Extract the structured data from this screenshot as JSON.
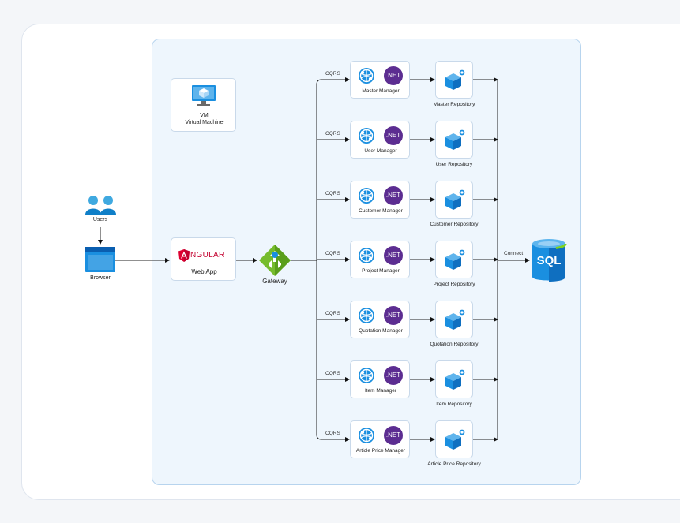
{
  "users": {
    "label": "Users"
  },
  "browser": {
    "label": "Browser"
  },
  "vm": {
    "line1": "VM",
    "line2": "Virtual Machine"
  },
  "webapp": {
    "logo_text": "NGULAR",
    "logo_letter": "A",
    "label": "Web App"
  },
  "gateway": {
    "label": "Gateway"
  },
  "connect_label": "Connect",
  "sql": {
    "label": "SQL"
  },
  "net_badge": ".NET",
  "services": [
    {
      "cqrs": "CQRS",
      "manager": "Master Manager",
      "repository": "Master Repository"
    },
    {
      "cqrs": "CQRS",
      "manager": "User Manager",
      "repository": "User Repository"
    },
    {
      "cqrs": "CQRS",
      "manager": "Customer Manager",
      "repository": "Customer Repository"
    },
    {
      "cqrs": "CQRS",
      "manager": "Project Manager",
      "repository": "Project Repository"
    },
    {
      "cqrs": "CQRS",
      "manager": "Quotation Manager",
      "repository": "Quotation Repository"
    },
    {
      "cqrs": "CQRS",
      "manager": "Item Manager",
      "repository": "Item Repository"
    },
    {
      "cqrs": "CQRS",
      "manager": "Article Price Manager",
      "repository": "Article Price Repository"
    }
  ],
  "colors": {
    "azure_blue": "#0078d4",
    "net_purple": "#5c2d91",
    "angular_red": "#dd0031",
    "gateway_green": "#76bc2d",
    "vnet_fill": "#eef6fd"
  }
}
